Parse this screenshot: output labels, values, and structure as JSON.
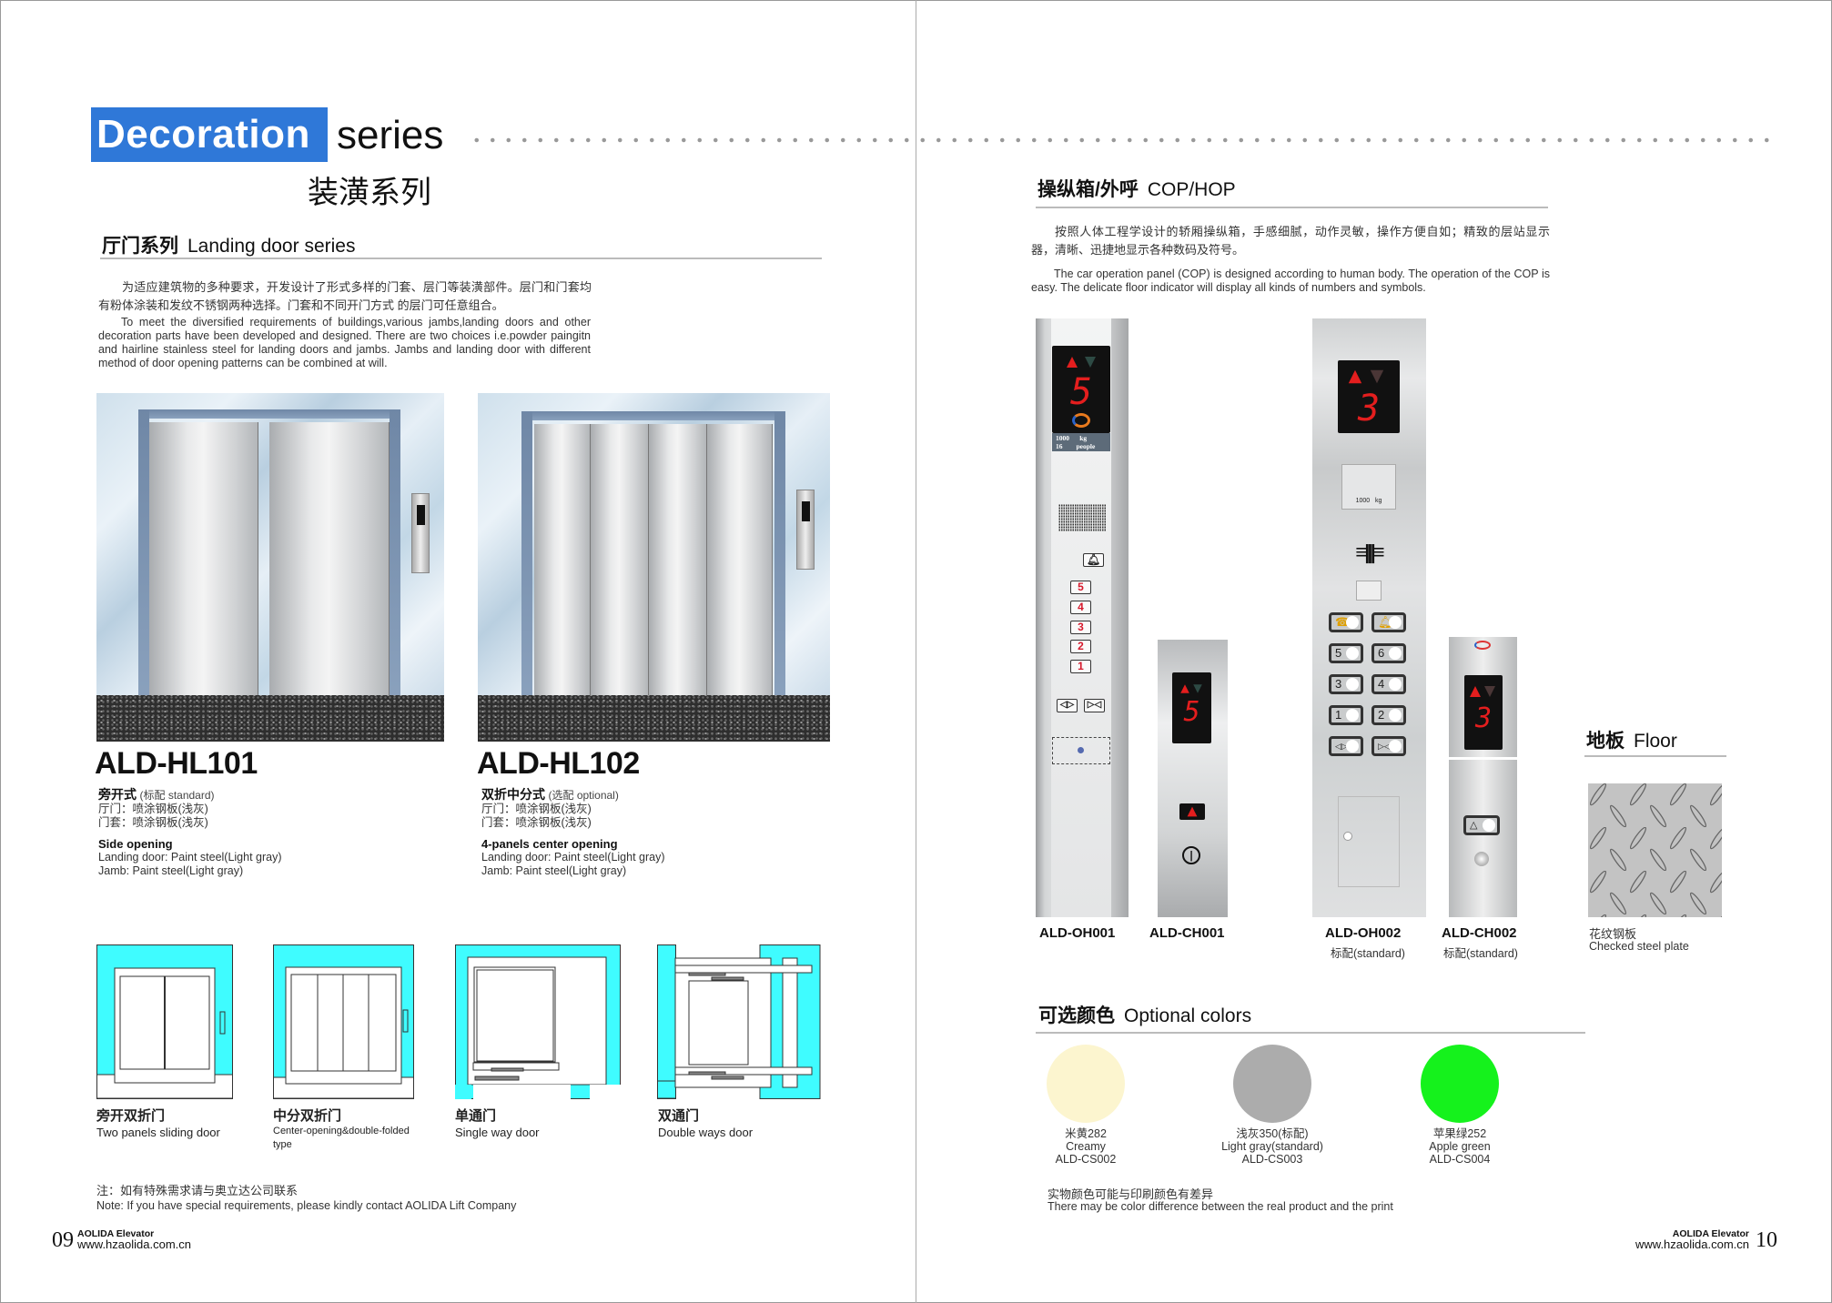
{
  "header": {
    "decoration": "Decoration",
    "series": "series",
    "title_cn": "装潢系列"
  },
  "landing": {
    "heading_cn": "厅门系列",
    "heading_en": "Landing door series",
    "para_cn": "为适应建筑物的多种要求，开发设计了形式多样的门套、层门等装潢部件。层门和门套均有粉体涂装和发纹不锈钢两种选择。门套和不同开门方式 的层门可任意组合。",
    "para_en": "To meet the diversified requirements of buildings,various jambs,landing doors and other decoration parts have been developed and designed. There are two choices i.e.powder paingitn and hairline stainless steel for landing doors and jambs. Jambs and landing door with different method of door opening patterns can be combined at will.",
    "models": [
      {
        "code": "ALD-HL101",
        "type_cn": "旁开式",
        "tag": "(标配 standard)",
        "door_cn": "厅门：喷涂钢板(浅灰)",
        "jamb_cn": "门套：喷涂钢板(浅灰)",
        "type_en": "Side opening",
        "door_en": "Landing door: Paint steel(Light gray)",
        "jamb_en": "Jamb: Paint steel(Light gray)"
      },
      {
        "code": "ALD-HL102",
        "type_cn": "双折中分式",
        "tag": "(选配 optional)",
        "door_cn": "厅门：喷涂钢板(浅灰)",
        "jamb_cn": "门套：喷涂钢板(浅灰)",
        "type_en": "4-panels center opening",
        "door_en": "Landing door: Paint steel(Light gray)",
        "jamb_en": "Jamb: Paint steel(Light gray)"
      }
    ],
    "door_types": [
      {
        "cn": "旁开双折门",
        "en": "Two panels sliding door"
      },
      {
        "cn": "中分双折门",
        "en": "Center-opening&double-folded type"
      },
      {
        "cn": "单通门",
        "en": "Single  way door"
      },
      {
        "cn": "双通门",
        "en": "Double ways door"
      }
    ],
    "note_cn": "注：如有特殊需求请与奥立达公司联系",
    "note_en": "Note:  If you have special requirements, please kindly contact AOLIDA Lift Company"
  },
  "footer_left": {
    "page": "09",
    "brand": "AOLIDA Elevator",
    "url": "www.hzaolida.com.cn"
  },
  "cop": {
    "heading_cn": "操纵箱/外呼",
    "heading_en": "COP/HOP",
    "para_cn": "按照人体工程学设计的轿厢操纵箱，手感细腻，动作灵敏，操作方便自如；精致的层站显示器，清晰、迅捷地显示各种数码及符号。",
    "para_en": "The car operation panel (COP) is designed according to human body. The operation of the COP is easy. The delicate floor indicator will display all kinds of numbers and symbols.",
    "panels": [
      {
        "code": "ALD-OH001",
        "sub": "",
        "display": "5",
        "capacity_kg": "1000",
        "kg": "kg",
        "capacity_people": "16",
        "people": "people",
        "buttons": [
          "5",
          "4",
          "3",
          "2",
          "1"
        ]
      },
      {
        "code": "ALD-CH001",
        "sub": "",
        "display": "5"
      },
      {
        "code": "ALD-OH002",
        "sub": "标配(standard)",
        "display": "3",
        "plate_kg": "1000",
        "kg": "kg",
        "buttons": [
          "5",
          "6",
          "3",
          "4",
          "1",
          "2"
        ]
      },
      {
        "code": "ALD-CH002",
        "sub": "标配(standard)",
        "display": "3"
      }
    ]
  },
  "floor": {
    "heading_cn": "地板",
    "heading_en": "Floor",
    "name_cn": "花纹钢板",
    "name_en": "Checked steel plate"
  },
  "colors": {
    "heading_cn": "可选颜色",
    "heading_en": "Optional colors",
    "items": [
      {
        "cn": "米黄282",
        "en": "Creamy",
        "code": "ALD-CS002",
        "hex": "#fcf5cf"
      },
      {
        "cn": "浅灰350(标配)",
        "en": "Light gray(standard)",
        "code": "ALD-CS003",
        "hex": "#acacac"
      },
      {
        "cn": "苹果绿252",
        "en": "Apple green",
        "code": "ALD-CS004",
        "hex": "#15f21c"
      }
    ],
    "note_cn": "实物颜色可能与印刷颜色有差异",
    "note_en": "There may be color difference between the real product and the print"
  },
  "footer_right": {
    "page": "10",
    "brand": "AOLIDA Elevator",
    "url": "www.hzaolida.com.cn"
  }
}
